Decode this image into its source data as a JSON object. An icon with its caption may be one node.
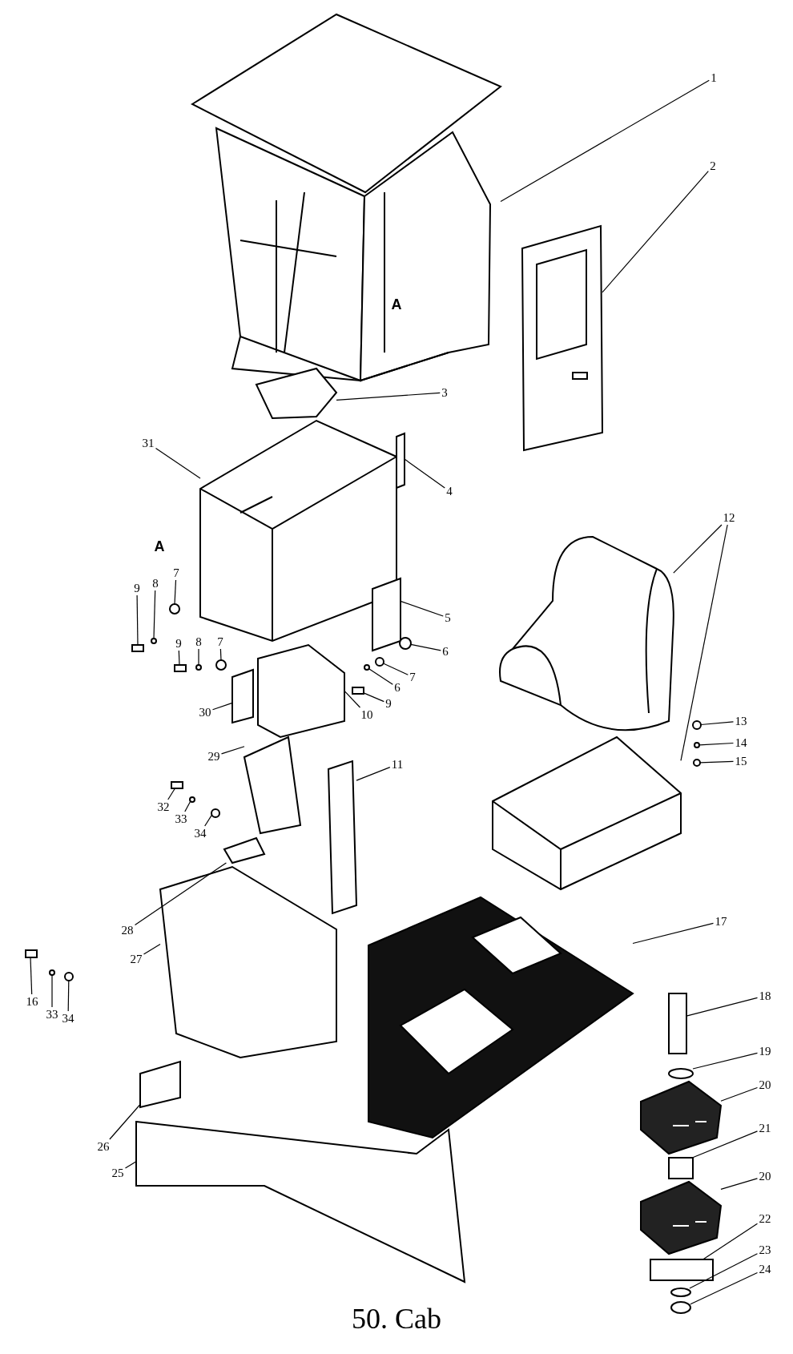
{
  "diagram": {
    "title": "50. Cab",
    "nodes": [
      {
        "text": [
          "1"
        ]
      },
      {
        "text": [
          "2"
        ]
      },
      {
        "text": [
          "3"
        ]
      },
      {
        "text": [
          "31"
        ]
      },
      {
        "text": [
          "4"
        ]
      },
      {
        "text": [
          "12"
        ]
      },
      {
        "text": [
          "7"
        ]
      },
      {
        "text": [
          "8"
        ]
      },
      {
        "text": [
          "9"
        ]
      },
      {
        "text": [
          "5"
        ]
      },
      {
        "text": [
          "9"
        ]
      },
      {
        "text": [
          "8"
        ]
      },
      {
        "text": [
          "7"
        ]
      },
      {
        "text": [
          "6"
        ]
      },
      {
        "text": [
          "7"
        ]
      },
      {
        "text": [
          "6"
        ]
      },
      {
        "text": [
          "9"
        ]
      },
      {
        "text": [
          "10"
        ]
      },
      {
        "text": [
          "30"
        ]
      },
      {
        "text": [
          "29"
        ]
      },
      {
        "text": [
          "11"
        ]
      },
      {
        "text": [
          "13"
        ]
      },
      {
        "text": [
          "14"
        ]
      },
      {
        "text": [
          "15"
        ]
      },
      {
        "text": [
          "32"
        ]
      },
      {
        "text": [
          "33"
        ]
      },
      {
        "text": [
          "34"
        ]
      },
      {
        "text": [
          "28"
        ]
      },
      {
        "text": [
          "27"
        ]
      },
      {
        "text": [
          "17"
        ]
      },
      {
        "text": [
          "18"
        ]
      },
      {
        "text": [
          "16"
        ]
      },
      {
        "text": [
          "33"
        ]
      },
      {
        "text": [
          "34"
        ]
      },
      {
        "text": [
          "19"
        ]
      },
      {
        "text": [
          "20"
        ]
      },
      {
        "text": [
          "21"
        ]
      },
      {
        "text": [
          "26"
        ]
      },
      {
        "text": [
          "25"
        ]
      },
      {
        "text": [
          "20"
        ]
      },
      {
        "text": [
          "22"
        ]
      },
      {
        "text": [
          "23"
        ]
      },
      {
        "text": [
          "24"
        ]
      },
      {
        "text": [],
        "shape": "picture"
      },
      {
        "text": [],
        "shape": "picture"
      },
      {
        "text": [],
        "shape": "box"
      },
      {
        "text": [],
        "shape": "picture"
      },
      {
        "text": [],
        "shape": "box"
      },
      {
        "text": [],
        "shape": "picture"
      },
      {
        "text": [],
        "shape": "picture"
      },
      {
        "text": [],
        "shape": "circle"
      },
      {
        "text": [],
        "shape": "circle"
      },
      {
        "text": [],
        "shape": "box"
      },
      {
        "text": [],
        "shape": "box"
      },
      {
        "text": [],
        "shape": "box"
      },
      {
        "text": [],
        "shape": "circle"
      },
      {
        "text": [],
        "shape": "circle"
      },
      {
        "text": [],
        "shape": "circle"
      },
      {
        "text": [],
        "shape": "circle"
      },
      {
        "text": [],
        "shape": "circle"
      },
      {
        "text": [],
        "shape": "box"
      },
      {
        "text": [],
        "shape": "box"
      },
      {
        "text": [],
        "shape": "box"
      },
      {
        "text": [],
        "shape": "box"
      },
      {
        "text": [],
        "shape": "box"
      },
      {
        "text": [],
        "shape": "circle"
      },
      {
        "text": [],
        "shape": "circle"
      },
      {
        "text": [],
        "shape": "circle"
      },
      {
        "text": [],
        "shape": "box"
      },
      {
        "text": [],
        "shape": "circle"
      },
      {
        "text": [],
        "shape": "circle"
      },
      {
        "text": [],
        "shape": "box"
      },
      {
        "text": [],
        "shape": "box"
      },
      {
        "text": [],
        "shape": "picture"
      },
      {
        "text": [],
        "shape": "box"
      },
      {
        "text": [],
        "shape": "box"
      },
      {
        "text": [],
        "shape": "circle"
      },
      {
        "text": [],
        "shape": "circle"
      },
      {
        "text": [],
        "shape": "circle"
      },
      {
        "text": [],
        "shape": "picture"
      },
      {
        "text": [],
        "shape": "box"
      },
      {
        "text": [],
        "shape": "box"
      },
      {
        "text": [],
        "shape": "box"
      },
      {
        "text": [],
        "shape": "picture"
      },
      {
        "text": [],
        "shape": "box"
      },
      {
        "text": [],
        "shape": "circle"
      },
      {
        "text": [],
        "shape": "circle"
      }
    ],
    "edges": [
      {
        "from": 0,
        "to": 43,
        "arrow": "none"
      },
      {
        "from": 1,
        "to": 44,
        "arrow": "none"
      },
      {
        "from": 2,
        "to": 45,
        "arrow": "none"
      },
      {
        "from": 3,
        "to": 46,
        "arrow": "none"
      },
      {
        "from": 4,
        "to": 47,
        "arrow": "none"
      },
      {
        "from": 5,
        "to": 48,
        "arrow": "none"
      },
      {
        "from": 5,
        "to": 49,
        "arrow": "none"
      },
      {
        "from": 6,
        "to": 50,
        "arrow": "none"
      },
      {
        "from": 7,
        "to": 51,
        "arrow": "none"
      },
      {
        "from": 8,
        "to": 52,
        "arrow": "none"
      },
      {
        "from": 9,
        "to": 53,
        "arrow": "none"
      },
      {
        "from": 10,
        "to": 54,
        "arrow": "none"
      },
      {
        "from": 11,
        "to": 55,
        "arrow": "none"
      },
      {
        "from": 12,
        "to": 56,
        "arrow": "none"
      },
      {
        "from": 13,
        "to": 57,
        "arrow": "none"
      },
      {
        "from": 14,
        "to": 58,
        "arrow": "none"
      },
      {
        "from": 15,
        "to": 59,
        "arrow": "none"
      },
      {
        "from": 16,
        "to": 60,
        "arrow": "none"
      },
      {
        "from": 17,
        "to": 61,
        "arrow": "none"
      },
      {
        "from": 18,
        "to": 62,
        "arrow": "none"
      },
      {
        "from": 19,
        "to": 63,
        "arrow": "none"
      },
      {
        "from": 20,
        "to": 64,
        "arrow": "none"
      },
      {
        "from": 21,
        "to": 65,
        "arrow": "none"
      },
      {
        "from": 22,
        "to": 66,
        "arrow": "none"
      },
      {
        "from": 23,
        "to": 67,
        "arrow": "none"
      },
      {
        "from": 24,
        "to": 68,
        "arrow": "none"
      },
      {
        "from": 25,
        "to": 69,
        "arrow": "none"
      },
      {
        "from": 26,
        "to": 70,
        "arrow": "none"
      },
      {
        "from": 27,
        "to": 71,
        "arrow": "none"
      },
      {
        "from": 28,
        "to": 72,
        "arrow": "none"
      },
      {
        "from": 29,
        "to": 73,
        "arrow": "none"
      },
      {
        "from": 30,
        "to": 74,
        "arrow": "none"
      },
      {
        "from": 31,
        "to": 75,
        "arrow": "none"
      },
      {
        "from": 32,
        "to": 76,
        "arrow": "none"
      },
      {
        "from": 33,
        "to": 77,
        "arrow": "none"
      },
      {
        "from": 34,
        "to": 78,
        "arrow": "none"
      },
      {
        "from": 35,
        "to": 79,
        "arrow": "none"
      },
      {
        "from": 36,
        "to": 80,
        "arrow": "none"
      },
      {
        "from": 37,
        "to": 81,
        "arrow": "none"
      },
      {
        "from": 38,
        "to": 82,
        "arrow": "none"
      },
      {
        "from": 39,
        "to": 83,
        "arrow": "none"
      },
      {
        "from": 40,
        "to": 84,
        "arrow": "none"
      },
      {
        "from": 41,
        "to": 85,
        "arrow": "none"
      },
      {
        "from": 42,
        "to": 86,
        "arrow": "none"
      }
    ],
    "labels": [
      "A",
      "A"
    ]
  }
}
